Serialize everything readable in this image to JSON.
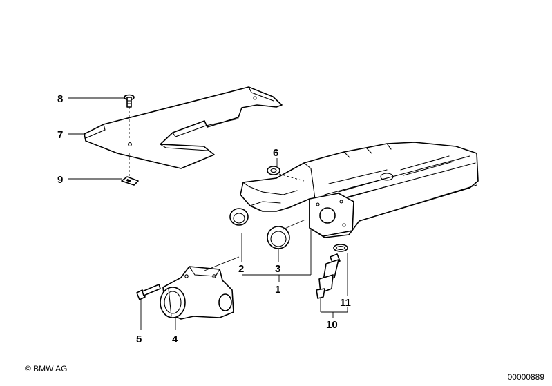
{
  "callouts": {
    "c1": "1",
    "c2": "2",
    "c3": "3",
    "c4": "4",
    "c5": "5",
    "c6": "6",
    "c7": "7",
    "c8": "8",
    "c9": "9",
    "c10": "10",
    "c11": "11"
  },
  "footer": {
    "copyright": "© BMW AG",
    "diagram_number": "00000889"
  }
}
